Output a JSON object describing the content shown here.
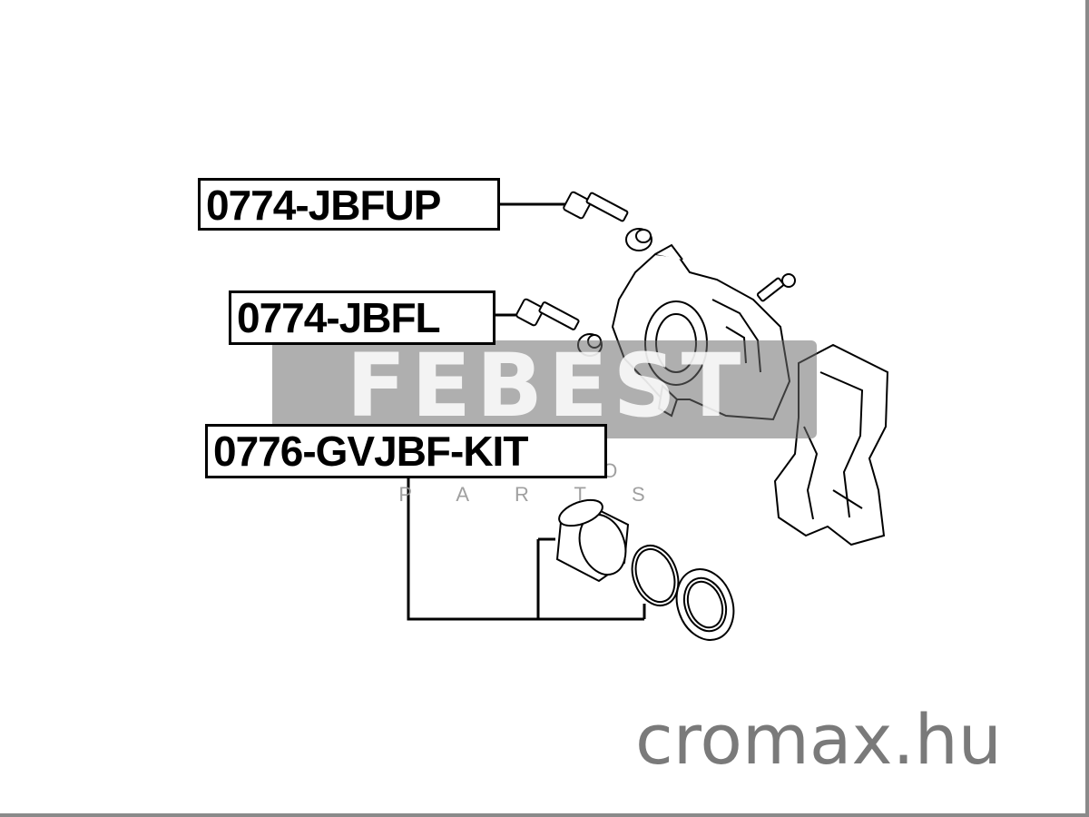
{
  "labels": {
    "upper_bolt": "0774-JBFUP",
    "lower_bolt": "0774-JBFL",
    "repair_kit": "0776-GVJBF-KIT"
  },
  "watermark": {
    "brand": "FEBEST",
    "sub": "AUTO PARTS"
  },
  "site": "cromax.hu",
  "colors": {
    "line": "#000000",
    "watermark": "#6e6e6e",
    "site_text": "#7a7a7a"
  }
}
